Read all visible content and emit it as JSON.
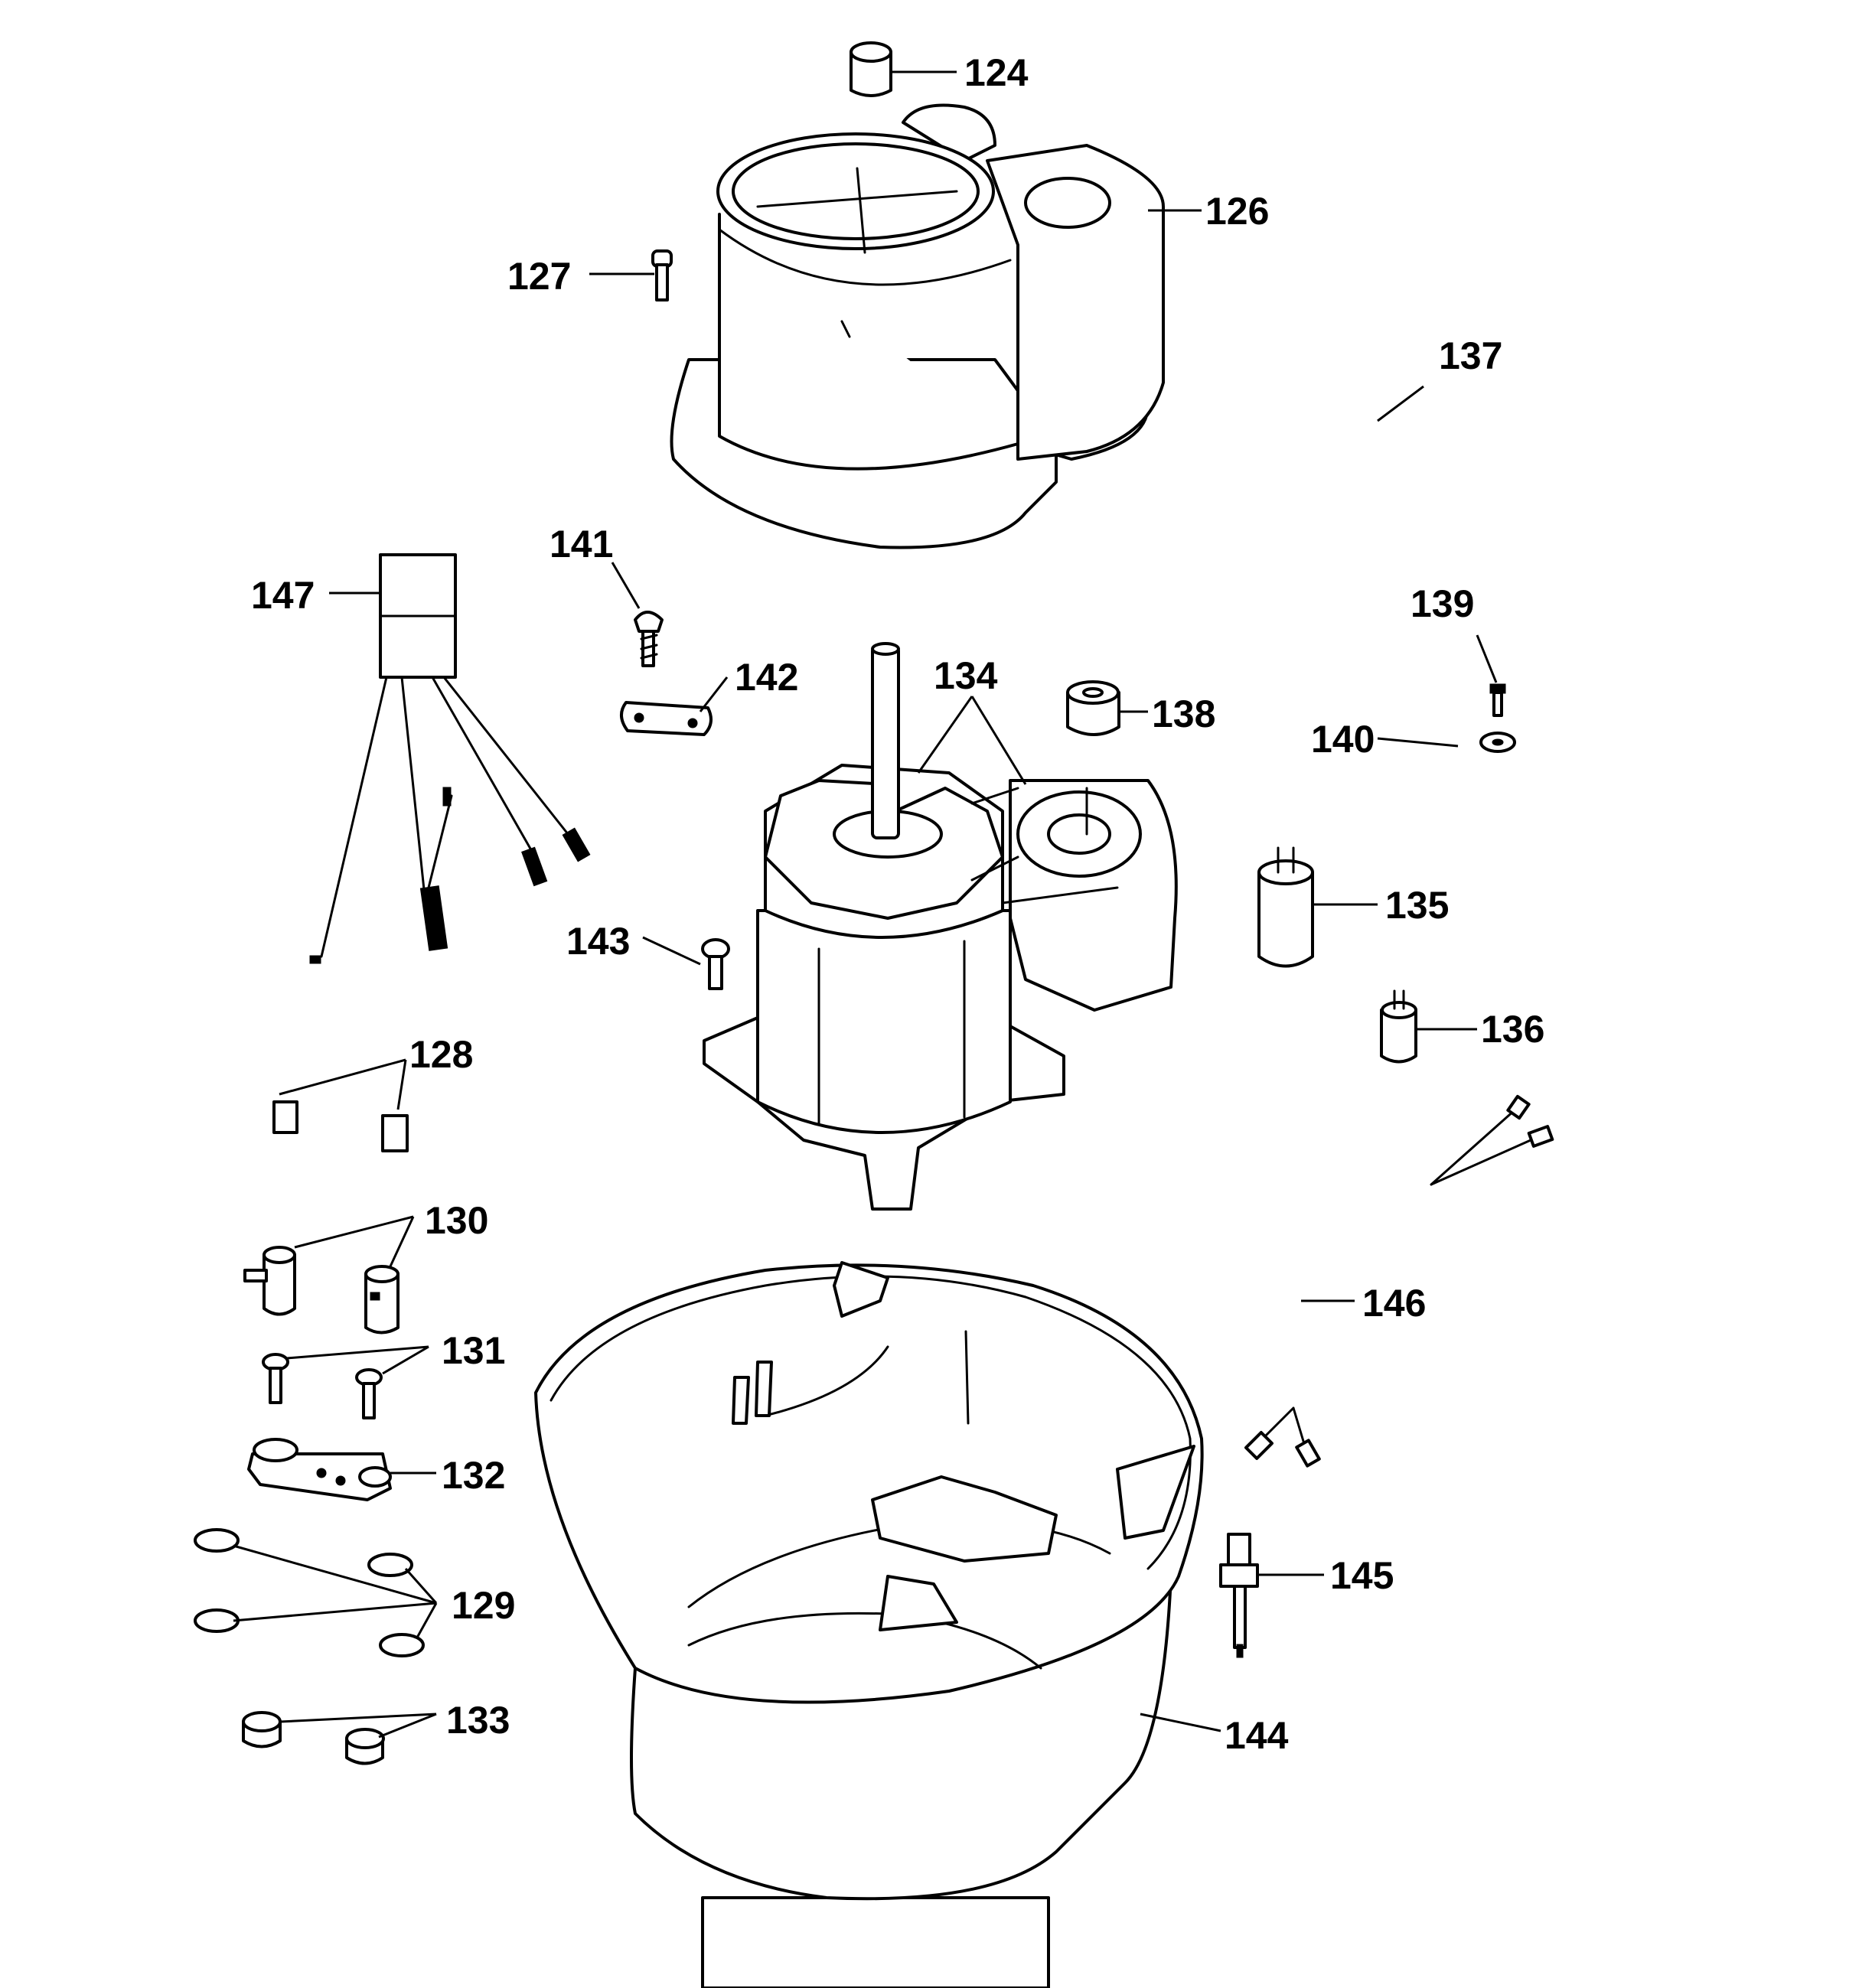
{
  "diagram": {
    "type": "exploded-parts-diagram",
    "line_color": "#000000",
    "background_color": "#ffffff",
    "callouts": [
      {
        "id": "124",
        "label": "124"
      },
      {
        "id": "126",
        "label": "126"
      },
      {
        "id": "127",
        "label": "127"
      },
      {
        "id": "128",
        "label": "128"
      },
      {
        "id": "129",
        "label": "129"
      },
      {
        "id": "130",
        "label": "130"
      },
      {
        "id": "131",
        "label": "131"
      },
      {
        "id": "132",
        "label": "132"
      },
      {
        "id": "133",
        "label": "133"
      },
      {
        "id": "134",
        "label": "134"
      },
      {
        "id": "135",
        "label": "135"
      },
      {
        "id": "136",
        "label": "136"
      },
      {
        "id": "137",
        "label": "137"
      },
      {
        "id": "138",
        "label": "138"
      },
      {
        "id": "139",
        "label": "139"
      },
      {
        "id": "140",
        "label": "140"
      },
      {
        "id": "141",
        "label": "141"
      },
      {
        "id": "142",
        "label": "142"
      },
      {
        "id": "143",
        "label": "143"
      },
      {
        "id": "144",
        "label": "144"
      },
      {
        "id": "145",
        "label": "145"
      },
      {
        "id": "146",
        "label": "146"
      },
      {
        "id": "147",
        "label": "147"
      }
    ]
  }
}
